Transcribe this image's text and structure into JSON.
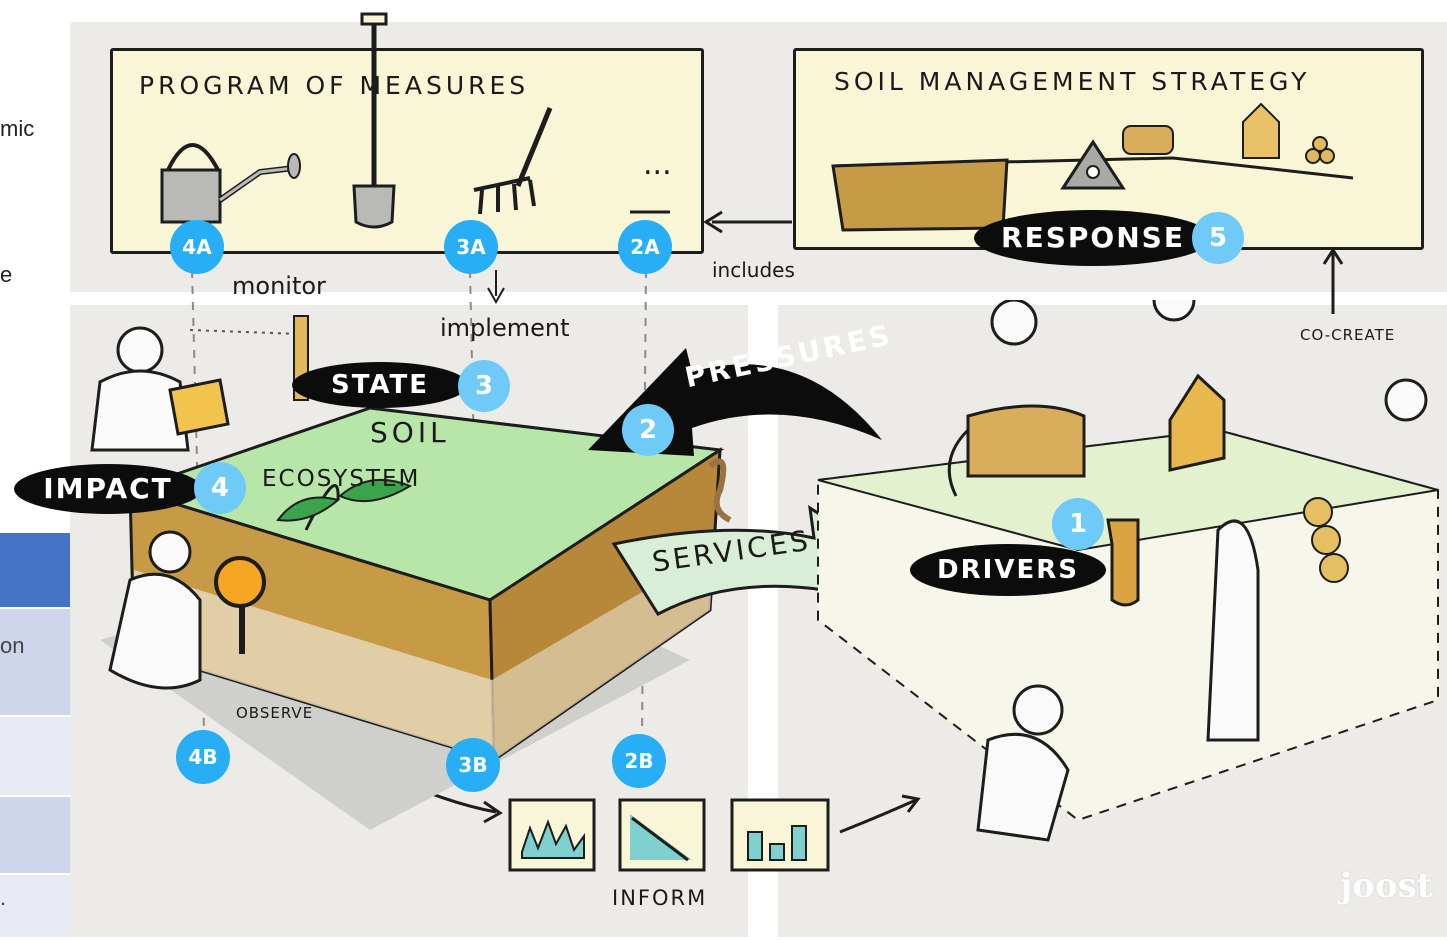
{
  "left_fragments": {
    "line1": "mic",
    "line2": "e",
    "cell_text_1": "on",
    "cell_text_2": "."
  },
  "top_left_board": {
    "title": "PROGRAM OF MEASURES",
    "ellipsis": "..."
  },
  "top_right_board": {
    "title": "SOIL MANAGEMENT STRATEGY"
  },
  "labels": {
    "includes": "includes",
    "monitor": "monitor",
    "implement": "implement",
    "co_create": "CO-CREATE",
    "soil": "SOIL",
    "ecosystem": "ECOSYSTEM",
    "services": "SERVICES",
    "pressures": "PRESSURES",
    "observe": "OBSERVE",
    "inform": "INFORM",
    "signature": "joost"
  },
  "pills": {
    "state": "STATE",
    "impact": "IMPACT",
    "response": "RESPONSE",
    "drivers": "DRIVERS"
  },
  "badges": {
    "b1": "1",
    "b2": "2",
    "b3": "3",
    "b4": "4",
    "b5": "5",
    "b2a": "2A",
    "b3a": "3A",
    "b4a": "4A",
    "b2b": "2B",
    "b3b": "3B",
    "b4b": "4B"
  },
  "colors": {
    "badge": "#27aef5",
    "pill": "#0c0c0c",
    "board": "#f8f6d6",
    "grass": "#b8e6a8",
    "soil": "#c79a45",
    "table_header": "#4472c4",
    "table_row": "#cfd5ea"
  },
  "icons": [
    "watering-can-icon",
    "spade-icon",
    "rake-icon",
    "seesaw-icon",
    "cow-icon",
    "house-icon",
    "tap-icon",
    "logs-icon",
    "drone-icon",
    "magnifier-icon",
    "sapling-icon",
    "worm-icon",
    "chart-icon"
  ]
}
